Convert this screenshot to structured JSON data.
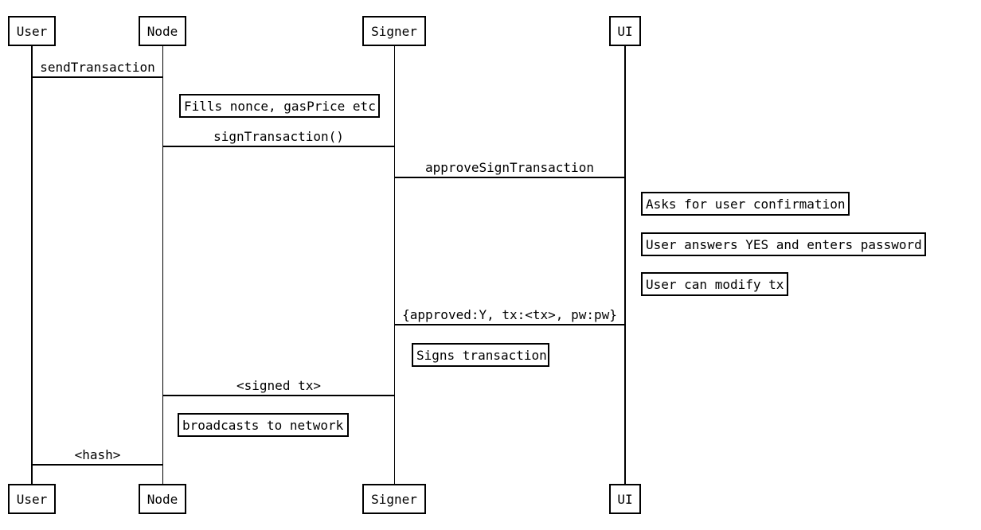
{
  "diagram": {
    "type": "sequence-diagram",
    "background_color": "#ffffff",
    "stroke_color": "#000000",
    "actors": [
      {
        "id": "user",
        "label": "User"
      },
      {
        "id": "node",
        "label": "Node"
      },
      {
        "id": "signer",
        "label": "Signer"
      },
      {
        "id": "ui",
        "label": "UI"
      }
    ],
    "messages": [
      {
        "label": "sendTransaction",
        "from": "User",
        "to": "Node"
      },
      {
        "label": "signTransaction()",
        "from": "Node",
        "to": "Signer"
      },
      {
        "label": "approveSignTransaction",
        "from": "Signer",
        "to": "UI"
      },
      {
        "label": "{approved:Y, tx:<tx>, pw:pw}",
        "from": "UI",
        "to": "Signer"
      },
      {
        "label": "<signed tx>",
        "from": "Signer",
        "to": "Node"
      },
      {
        "label": "<hash>",
        "from": "Node",
        "to": "User"
      }
    ],
    "notes": [
      {
        "label": "Fills nonce, gasPrice etc",
        "actor": "Node"
      },
      {
        "label": "Asks for user confirmation",
        "actor": "UI"
      },
      {
        "label": "User answers YES and enters password",
        "actor": "UI"
      },
      {
        "label": "User can modify tx",
        "actor": "UI"
      },
      {
        "label": "Signs transaction",
        "actor": "Signer"
      },
      {
        "label": "broadcasts to network",
        "actor": "Node"
      }
    ]
  }
}
